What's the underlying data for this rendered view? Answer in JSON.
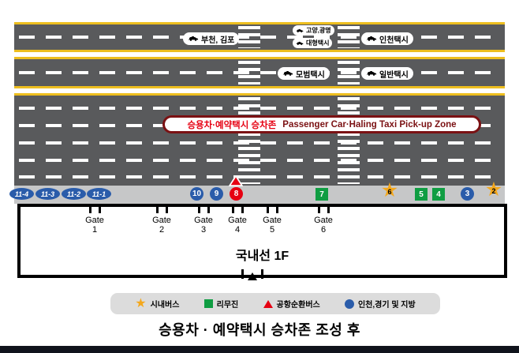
{
  "colors": {
    "road": "#595a5c",
    "lane_yellow": "#edbe1f",
    "sidewalk": "#c6c7c8",
    "banner_red": "#e60012",
    "banner_maroon": "#7b1113",
    "stop_blue": "#2a5caa",
    "stop_green": "#0f9d42",
    "stop_red": "#e60012",
    "star_gold": "#f4a81d"
  },
  "road_labels": {
    "bucheon_gimpo": "부천, 김포",
    "goyang_gwangmyeong": "고양,광명",
    "large_taxi": "대형택시",
    "incheon_taxi": "인천택시",
    "deluxe_taxi": "모범택시",
    "regular_taxi": "일반택시"
  },
  "zone_banner": {
    "ko": "승용차·예약택시 승차존",
    "en": "Passenger Car·Haling Taxi Pick-up Zone"
  },
  "stops": [
    {
      "label": "11-4",
      "type": "blue-ellipse"
    },
    {
      "label": "11-3",
      "type": "blue-ellipse"
    },
    {
      "label": "11-2",
      "type": "blue-ellipse"
    },
    {
      "label": "11-1",
      "type": "blue-ellipse"
    },
    {
      "label": "10",
      "type": "blue-circle"
    },
    {
      "label": "9",
      "type": "blue-circle"
    },
    {
      "label": "8",
      "type": "red-circle"
    },
    {
      "label": "7",
      "type": "green-square"
    },
    {
      "label": "6",
      "type": "orange-star"
    },
    {
      "label": "5",
      "type": "green-square"
    },
    {
      "label": "4",
      "type": "green-square"
    },
    {
      "label": "3",
      "type": "blue-circle"
    },
    {
      "label": "2",
      "type": "orange-star"
    }
  ],
  "terminal": {
    "name": "국내선 1F",
    "gates": [
      {
        "word": "Gate",
        "number": "1"
      },
      {
        "word": "Gate",
        "number": "2"
      },
      {
        "word": "Gate",
        "number": "3"
      },
      {
        "word": "Gate",
        "number": "4"
      },
      {
        "word": "Gate",
        "number": "5"
      },
      {
        "word": "Gate",
        "number": "6"
      }
    ]
  },
  "legend": {
    "items": [
      {
        "icon": "star",
        "label": "시내버스"
      },
      {
        "icon": "square",
        "label": "리무진"
      },
      {
        "icon": "triangle",
        "label": "공항순환버스"
      },
      {
        "icon": "circle",
        "label": "인천,경기 및 지방"
      }
    ]
  },
  "title": "승용차 · 예약택시 승차존 조성 후"
}
